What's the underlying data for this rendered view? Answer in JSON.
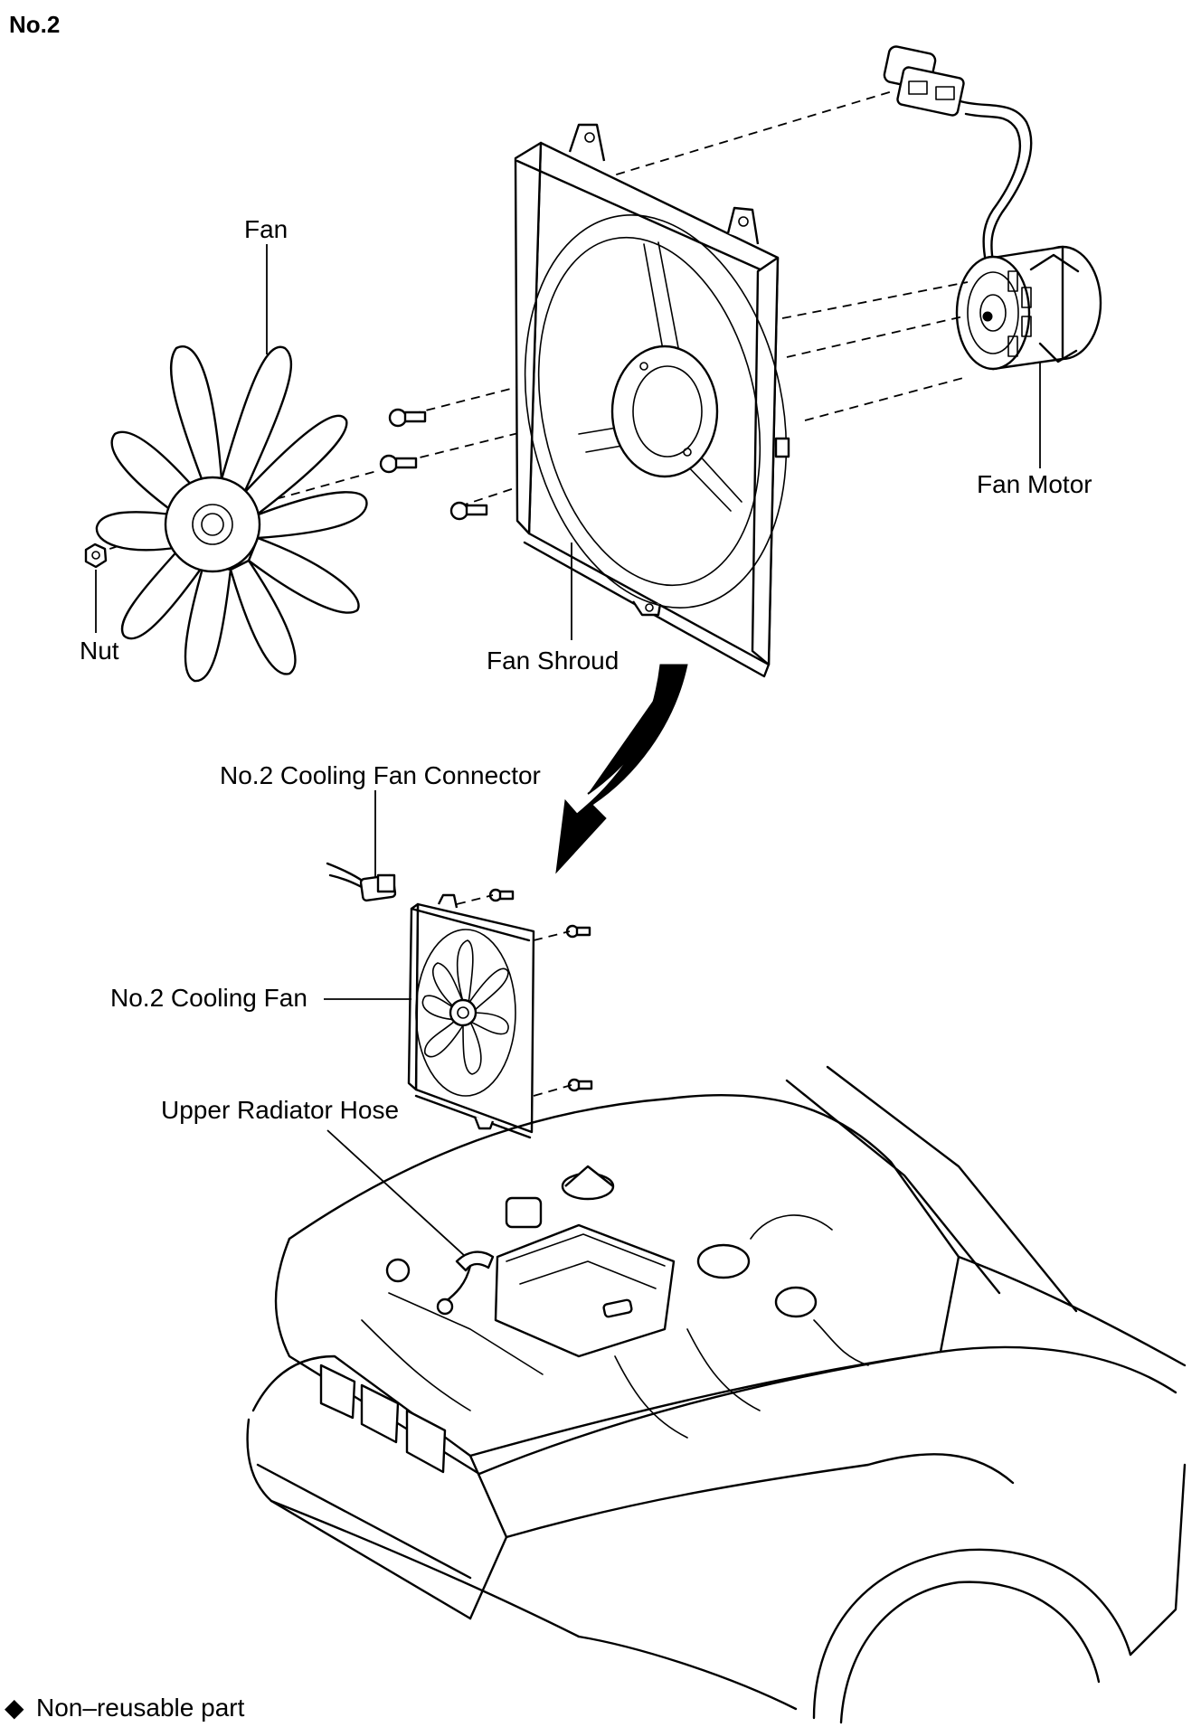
{
  "diagram": {
    "title": "No.2",
    "labels": {
      "fan": "Fan",
      "nut": "Nut",
      "fan_shroud": "Fan Shroud",
      "fan_motor": "Fan Motor",
      "connector": "No.2 Cooling Fan Connector",
      "cooling_fan": "No.2 Cooling Fan",
      "radiator_hose": "Upper Radiator Hose"
    },
    "legend": {
      "symbol": "◆",
      "text": "Non–reusable part"
    }
  }
}
